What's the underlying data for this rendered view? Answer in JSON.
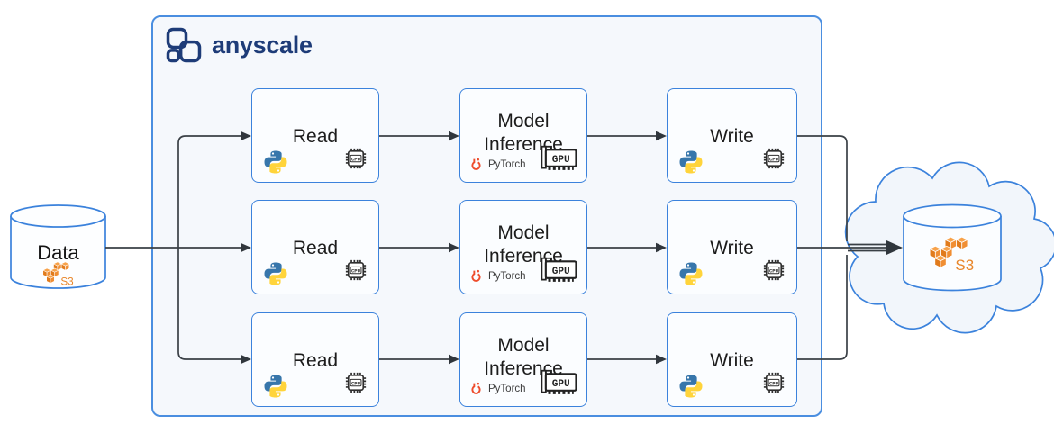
{
  "diagram": {
    "brand": {
      "name": "anyscale"
    },
    "source": {
      "label": "Data",
      "service": "S3"
    },
    "sink": {
      "service": "S3"
    },
    "labels": {
      "cpu": "CPU",
      "gpu": "GPU",
      "pytorch": "PyTorch",
      "s3": "S3"
    },
    "pipeline": {
      "replica_rows": 3,
      "stages": [
        {
          "title": "Read",
          "runtime": "Python",
          "hardware": "CPU"
        },
        {
          "title": "Model Inference",
          "runtime": "PyTorch",
          "hardware": "GPU"
        },
        {
          "title": "Write",
          "runtime": "Python",
          "hardware": "CPU"
        }
      ]
    },
    "colors": {
      "accent_blue": "#3b82dc",
      "navy": "#1e3c78",
      "connector": "#3a4046",
      "pytorch_orange": "#ee4c2c",
      "aws_orange": "#ec8930",
      "python_blue": "#3776ab",
      "python_yellow": "#ffd43b"
    }
  }
}
